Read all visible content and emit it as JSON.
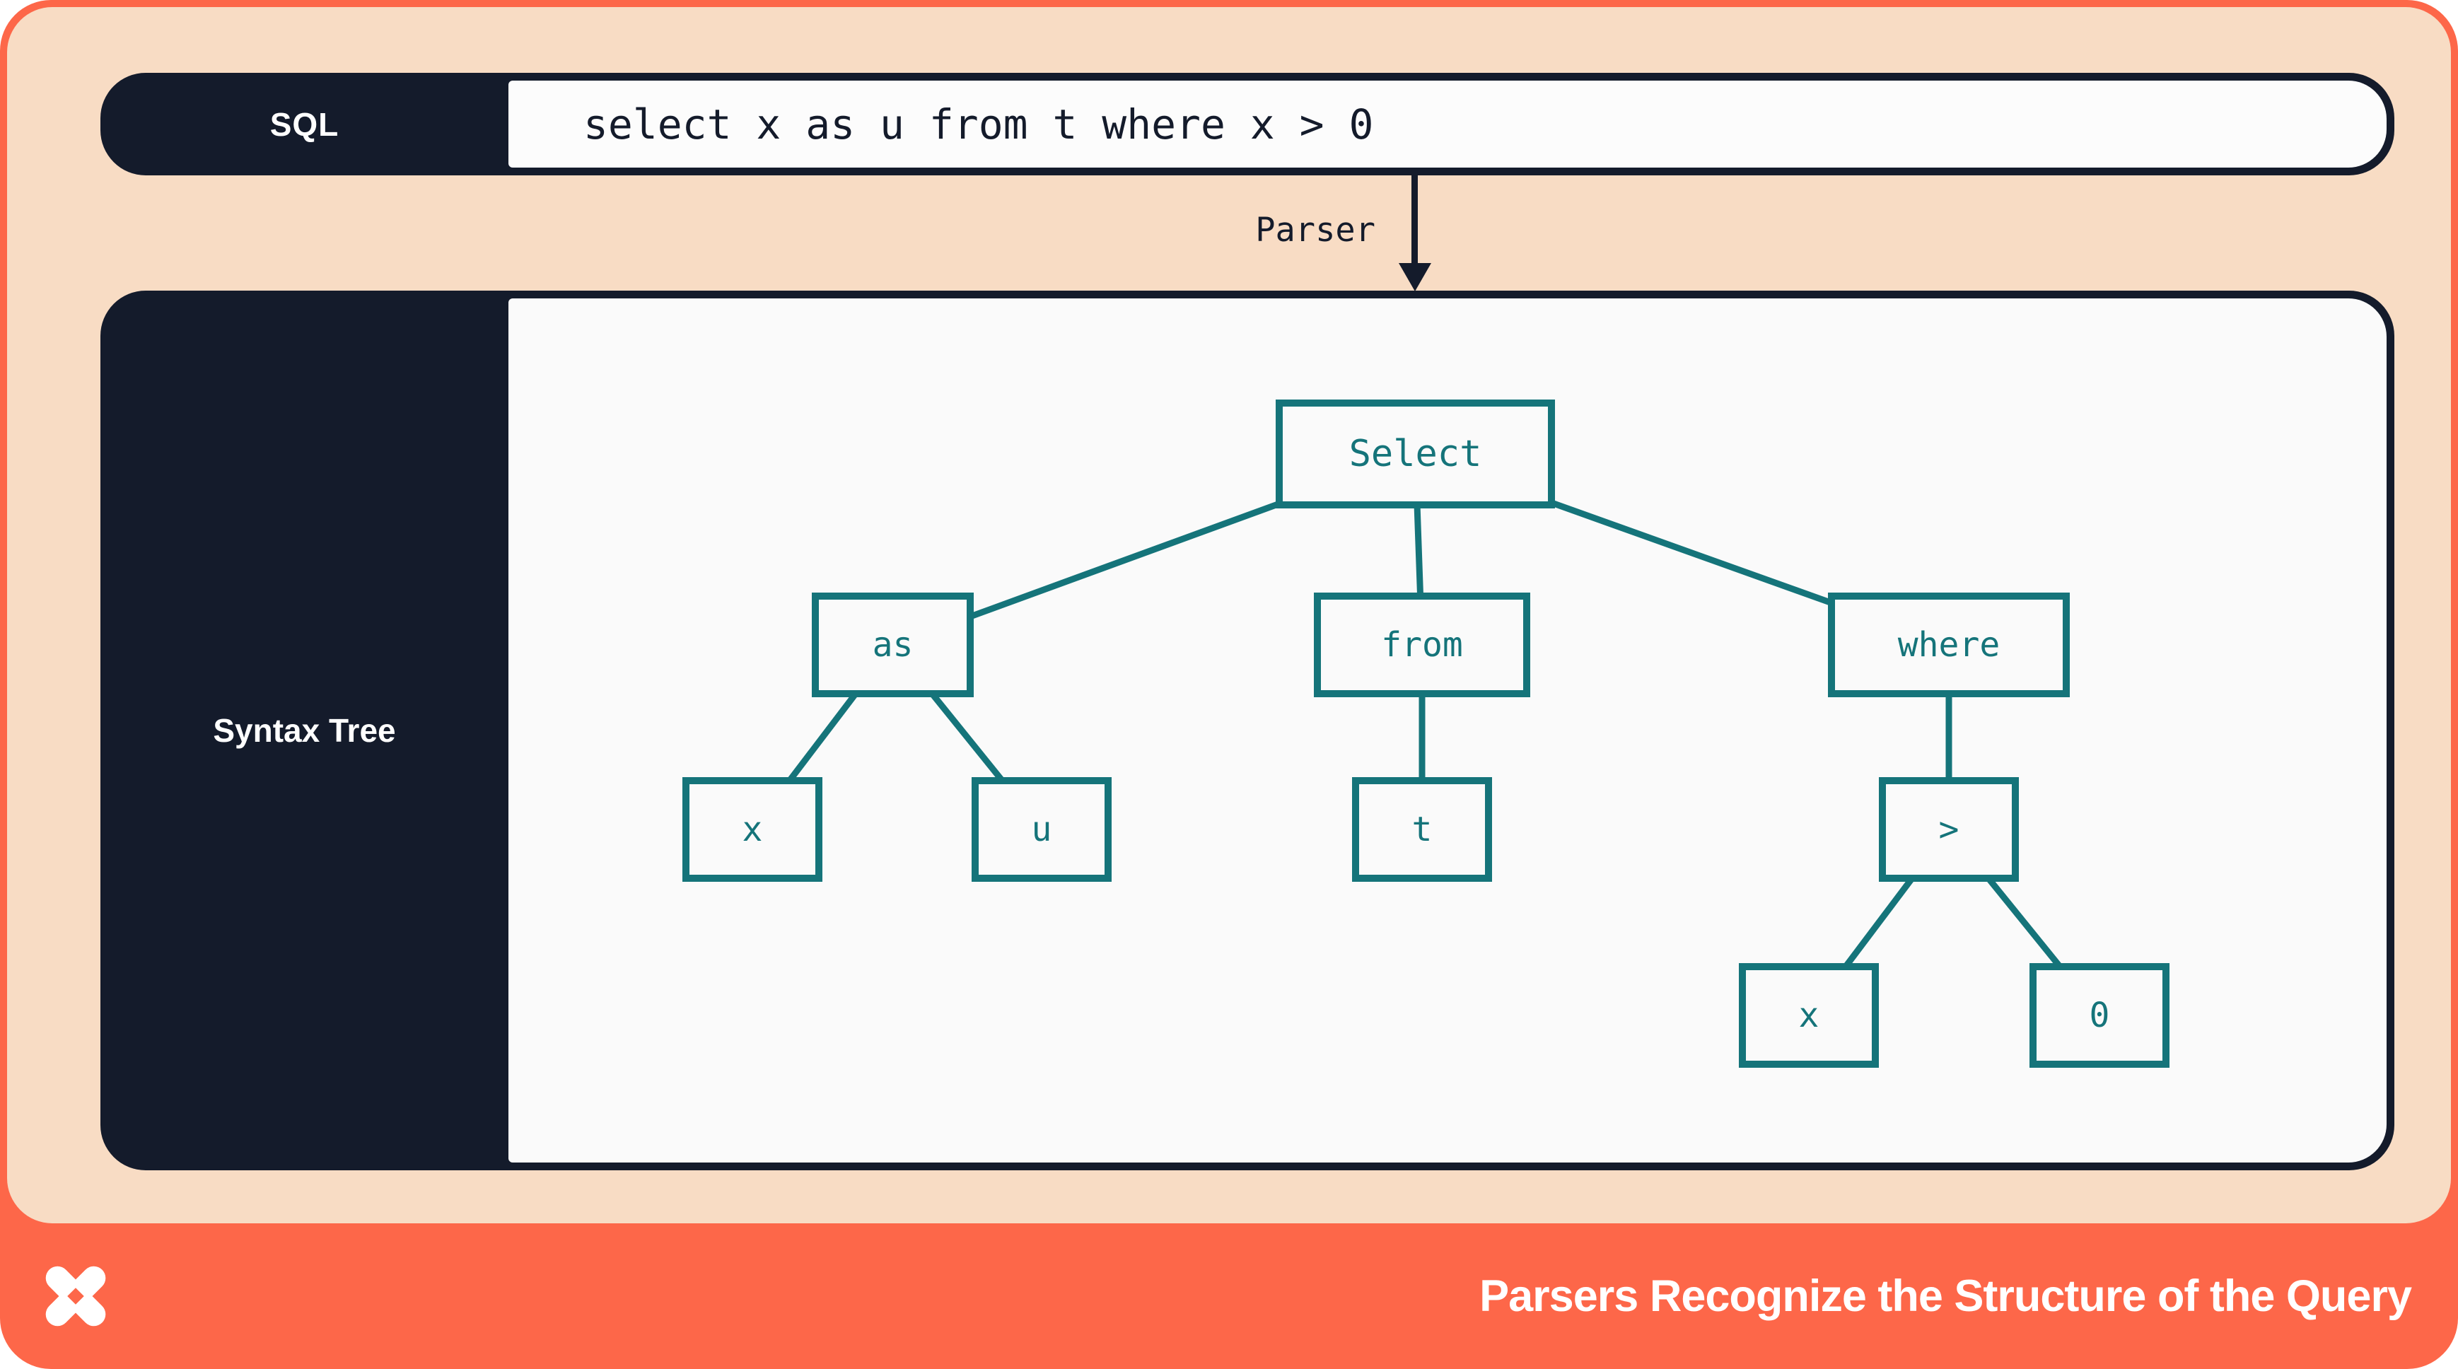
{
  "sql_bar": {
    "label": "SQL",
    "query": "select x as u from t where x > 0"
  },
  "parser_arrow": {
    "label": "Parser"
  },
  "syntax_tree_panel": {
    "label": "Syntax Tree",
    "nodes": {
      "select": "Select",
      "as": "as",
      "from": "from",
      "where": "where",
      "x_alias": "x",
      "u": "u",
      "t": "t",
      "gt": ">",
      "x_cond": "x",
      "zero": "0"
    },
    "edges": [
      [
        "select",
        "as"
      ],
      [
        "select",
        "from"
      ],
      [
        "select",
        "where"
      ],
      [
        "as",
        "x_alias"
      ],
      [
        "as",
        "u"
      ],
      [
        "from",
        "t"
      ],
      [
        "where",
        "gt"
      ],
      [
        "gt",
        "x_cond"
      ],
      [
        "gt",
        "zero"
      ]
    ]
  },
  "footer": {
    "title": "Parsers Recognize the Structure of the Query",
    "logo": "pinwheel-x-logo"
  },
  "colors": {
    "coral": "#fd6749",
    "peach": "#f8dcc4",
    "navy": "#141b2b",
    "teal": "#15747a",
    "panel_background": "#fafafa"
  }
}
